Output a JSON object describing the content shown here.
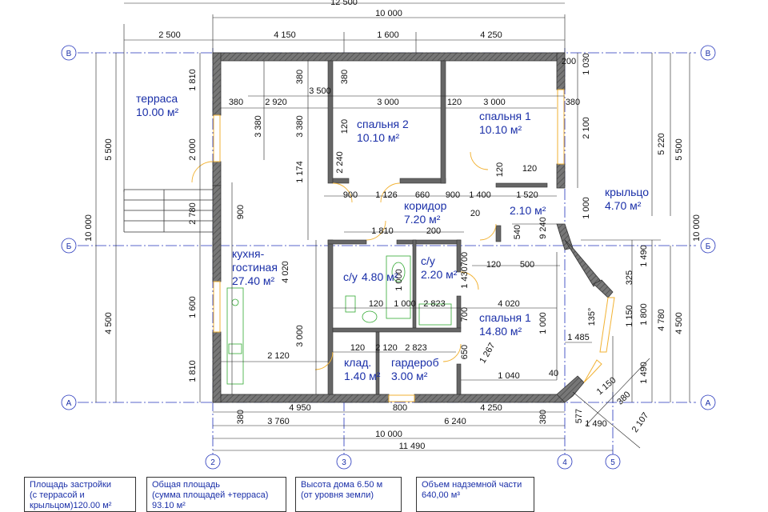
{
  "dimensions_top": {
    "overall_top": "12 500",
    "overall_inner": "10 000",
    "top_segments": [
      "2 500",
      "4 150",
      "1 600",
      "4 250"
    ]
  },
  "dimensions_bottom": {
    "row1": [
      "380",
      "4 950",
      "800",
      "4 250",
      "380"
    ],
    "row2": [
      "3 760",
      "6 240"
    ],
    "row3": "10 000",
    "row4": "11 490",
    "porch": [
      "577",
      "1 490",
      "2 107",
      "380",
      "1 150"
    ]
  },
  "dimensions_left": [
    "1 810",
    "2 000",
    "2 780",
    "1 600",
    "1 810",
    "5 500",
    "4 500",
    "10 000"
  ],
  "dimensions_right": [
    "1 030",
    "2 100",
    "5 220",
    "5 500",
    "1 000",
    "1 490",
    "1 800",
    "4 780",
    "4 500",
    "10 000",
    "1 490",
    "325",
    "1 150"
  ],
  "interior_dims": [
    "380",
    "2 920",
    "3 000",
    "120",
    "3 000",
    "380",
    "380",
    "380",
    "200",
    "3 500",
    "3 380",
    "3 380",
    "120",
    "1 174",
    "900",
    "1 126",
    "660",
    "900",
    "1 400",
    "1 520",
    "9 240",
    "900",
    "1 810",
    "200",
    "4 020",
    "3 000",
    "2 120",
    "120",
    "1 000",
    "2 823",
    "4 020",
    "1 000",
    "120",
    "2 120",
    "2 823",
    "1 040",
    "120",
    "500",
    "540",
    "700",
    "1 430",
    "700",
    "650",
    "1 267",
    "1 485",
    "135°",
    "40",
    "20",
    "120",
    "120",
    "2 240",
    "1 000"
  ],
  "axes": {
    "rows": [
      "В",
      "Б",
      "А"
    ],
    "cols": [
      "2",
      "3",
      "4",
      "5"
    ]
  },
  "rooms": [
    {
      "name": "терраса",
      "area": "10.00 м²"
    },
    {
      "name": "спальня 2",
      "area": "10.10 м²"
    },
    {
      "name": "спальня 1",
      "area": "10.10 м²"
    },
    {
      "name": "крыльцо",
      "area": "4.70 м²"
    },
    {
      "name": "коридор",
      "area": "7.20 м²"
    },
    {
      "name": "",
      "area": "2.10 м²"
    },
    {
      "name": "кухня-\nгостиная",
      "area": "27.40 м²"
    },
    {
      "name": "с/у",
      "area": "4.80 м²"
    },
    {
      "name": "с/у",
      "area": "2.20 м²"
    },
    {
      "name": "спальня 1",
      "area": "14.80 м²"
    },
    {
      "name": "клад.",
      "area": "1.40 м²"
    },
    {
      "name": "гардероб",
      "area": "3.00 м²"
    }
  ],
  "info_boxes": [
    "Площадь застройки\n(с  террасой и\nкрыльцом)120.00 м²",
    "Общая площадь\n(сумма площадей +терраса)\n93.10 м²",
    "Высота дома  6.50 м\n(от уровня земли)",
    "Объем надземной части\n640,00 м³"
  ],
  "colors": {
    "wall": "#666666",
    "room_text": "#1a2fa8",
    "axis_line": "#2233bb",
    "window": "#f2b233",
    "fixtures": "#33aa33"
  }
}
